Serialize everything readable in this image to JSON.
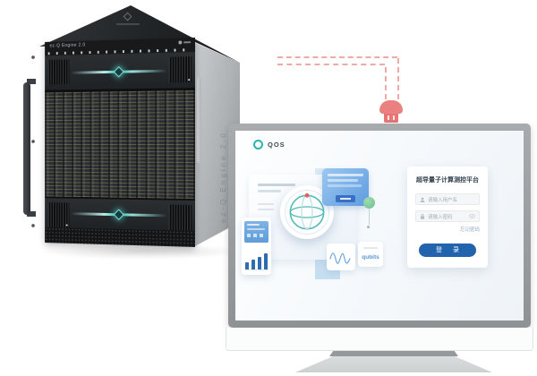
{
  "hardware": {
    "front_label": "ez-Q Engine 2.0",
    "side_label": "ez-Q Engine 2.0",
    "accent_color": "#2fbdb5"
  },
  "connection": {
    "line_color": "#edaaa6",
    "plug_color": "#ea8080"
  },
  "monitor": {
    "screen": {
      "brand": "QOS",
      "brand_color": "#2ab4ae",
      "illustration": {
        "qubits_label": "qubits"
      },
      "login": {
        "title": "超导量子计算测控平台",
        "username_placeholder": "请输入用户名",
        "password_placeholder": "请输入密码",
        "forgot_password": "忘记密码",
        "login_button": "登 录",
        "button_color": "#2263ae"
      }
    }
  }
}
